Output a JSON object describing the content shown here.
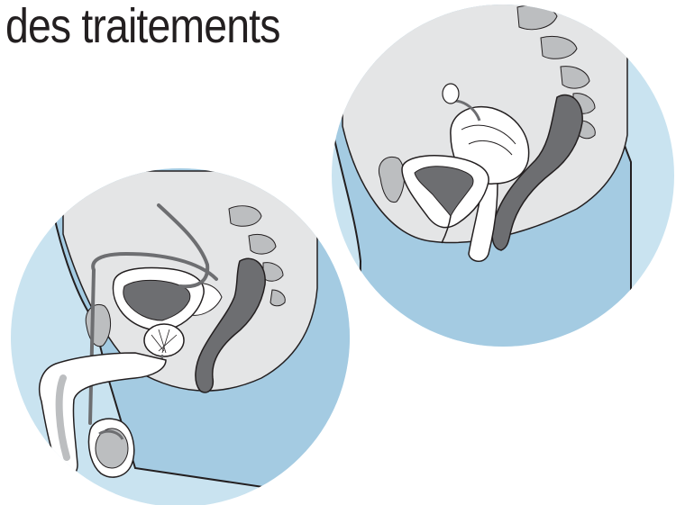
{
  "heading": {
    "text": "des traitements"
  },
  "colors": {
    "background_circle": "#c9e3f0",
    "body_blue": "#a4cbe2",
    "internal_gray": "#e4e5e6",
    "organ_gray": "#bcbec0",
    "dark_organ": "#6d6e71",
    "outline": "#231f20"
  },
  "illustrations": [
    "male-pelvis-cross-section",
    "female-pelvis-cross-section"
  ]
}
